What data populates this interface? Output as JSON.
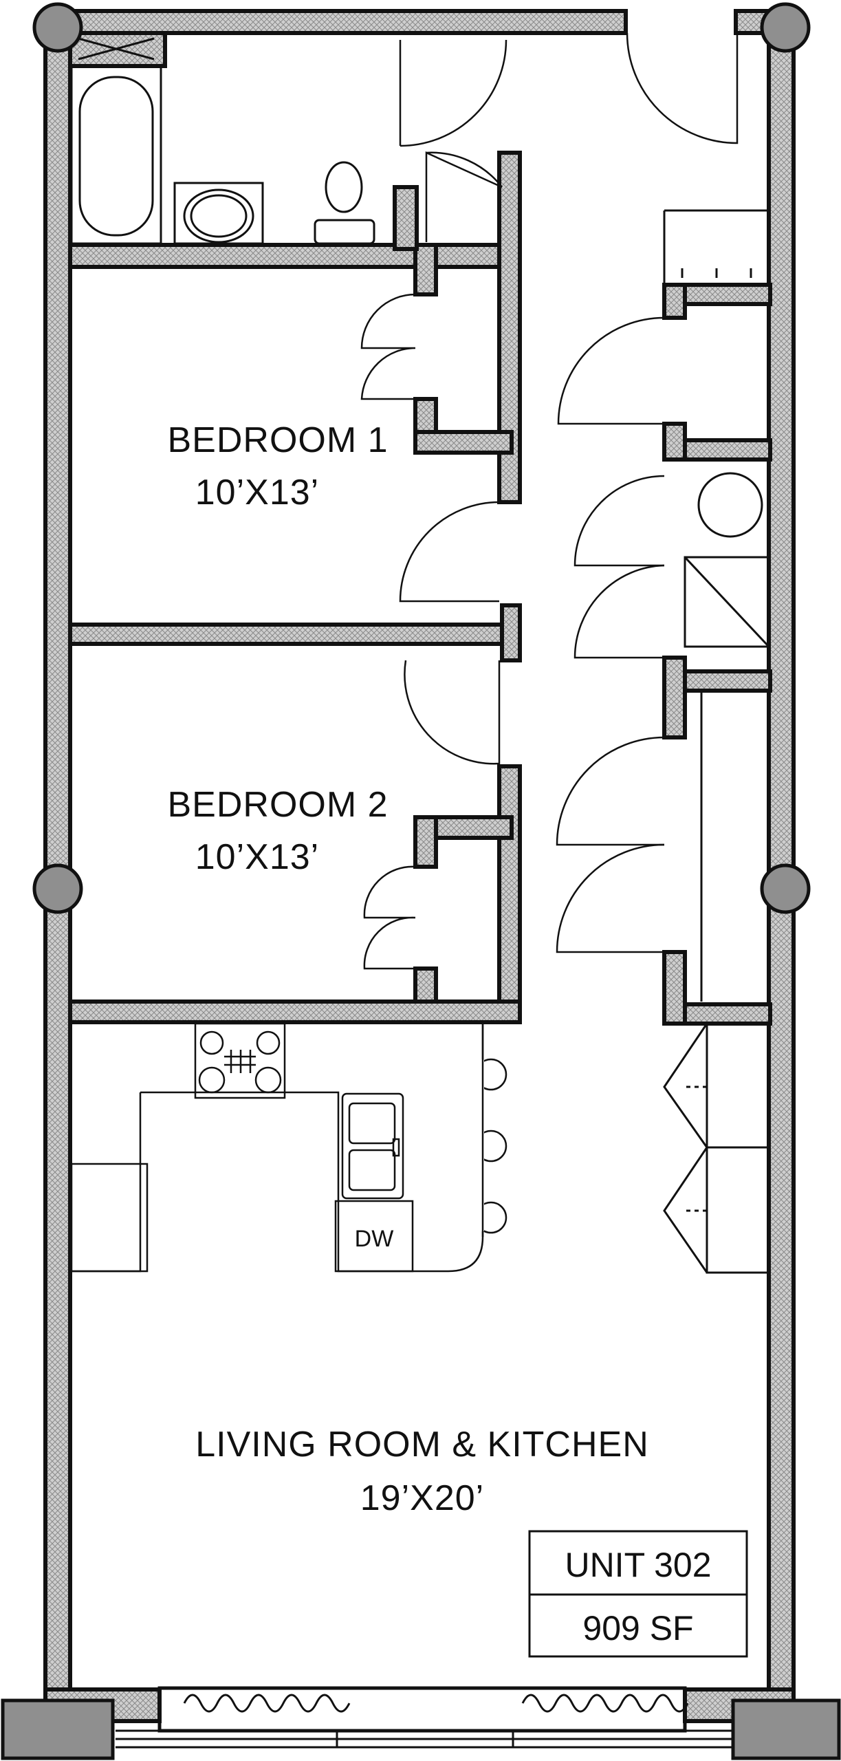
{
  "rooms": {
    "bedroom1": {
      "name": "BEDROOM 1",
      "size": "10’X13’"
    },
    "bedroom2": {
      "name": "BEDROOM 2",
      "size": "10’X13’"
    },
    "living": {
      "name": "LIVING ROOM & KITCHEN",
      "size": "19’X20’"
    }
  },
  "appliances": {
    "dishwasher": "DW"
  },
  "unit": {
    "number": "UNIT 302",
    "area": "909 SF"
  },
  "colors": {
    "wall_fill": "#c9c9c9",
    "line": "#111111",
    "column": "#8f8f8f"
  }
}
